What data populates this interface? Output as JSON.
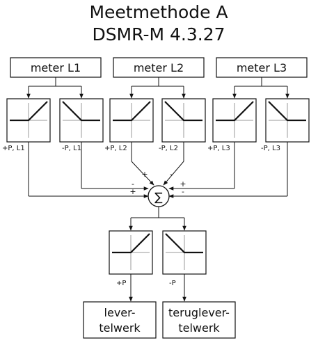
{
  "title": {
    "line1": "Meetmethode A",
    "line2": "DSMR-M 4.3.27"
  },
  "meters": [
    "meter L1",
    "meter L2",
    "meter L3"
  ],
  "filter_labels": {
    "l1_pos": "+P, L1",
    "l1_neg": "-P, L1",
    "l2_pos": "+P, L2",
    "l2_neg": "-P, L2",
    "l3_pos": "+P, L3",
    "l3_neg": "-P, L3",
    "out_pos": "+P",
    "out_neg": "-P"
  },
  "sum": {
    "symbol": "∑",
    "signs": {
      "l1_pos": "+",
      "l1_neg": "-",
      "l2_pos": "+",
      "l2_neg": "-",
      "l3_pos": "+",
      "l3_neg": "-"
    }
  },
  "registers": {
    "delivery": {
      "line1": "lever-",
      "line2": "telwerk"
    },
    "return": {
      "line1": "teruglever-",
      "line2": "telwerk"
    }
  }
}
